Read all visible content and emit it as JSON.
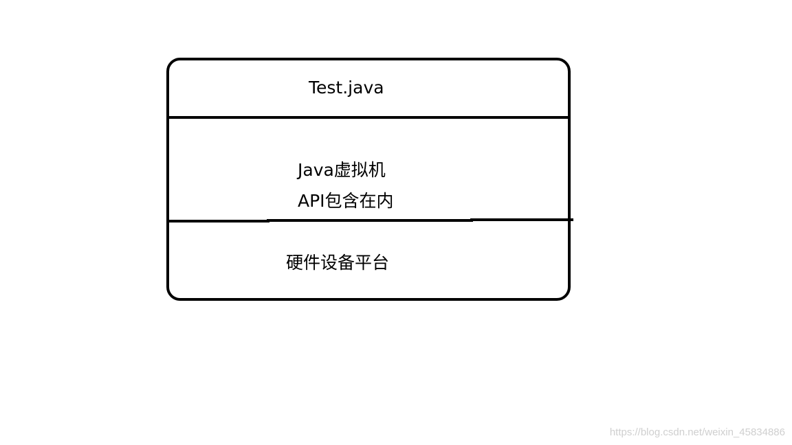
{
  "diagram": {
    "layers": [
      {
        "label": "Test.java"
      },
      {
        "label_line1": "Java虚拟机",
        "label_line2": "API包含在内"
      },
      {
        "label": "硬件设备平台"
      }
    ],
    "stroke_color": "#000000",
    "background_color": "#ffffff"
  },
  "watermark": {
    "text": "https://blog.csdn.net/weixin_45834886"
  }
}
